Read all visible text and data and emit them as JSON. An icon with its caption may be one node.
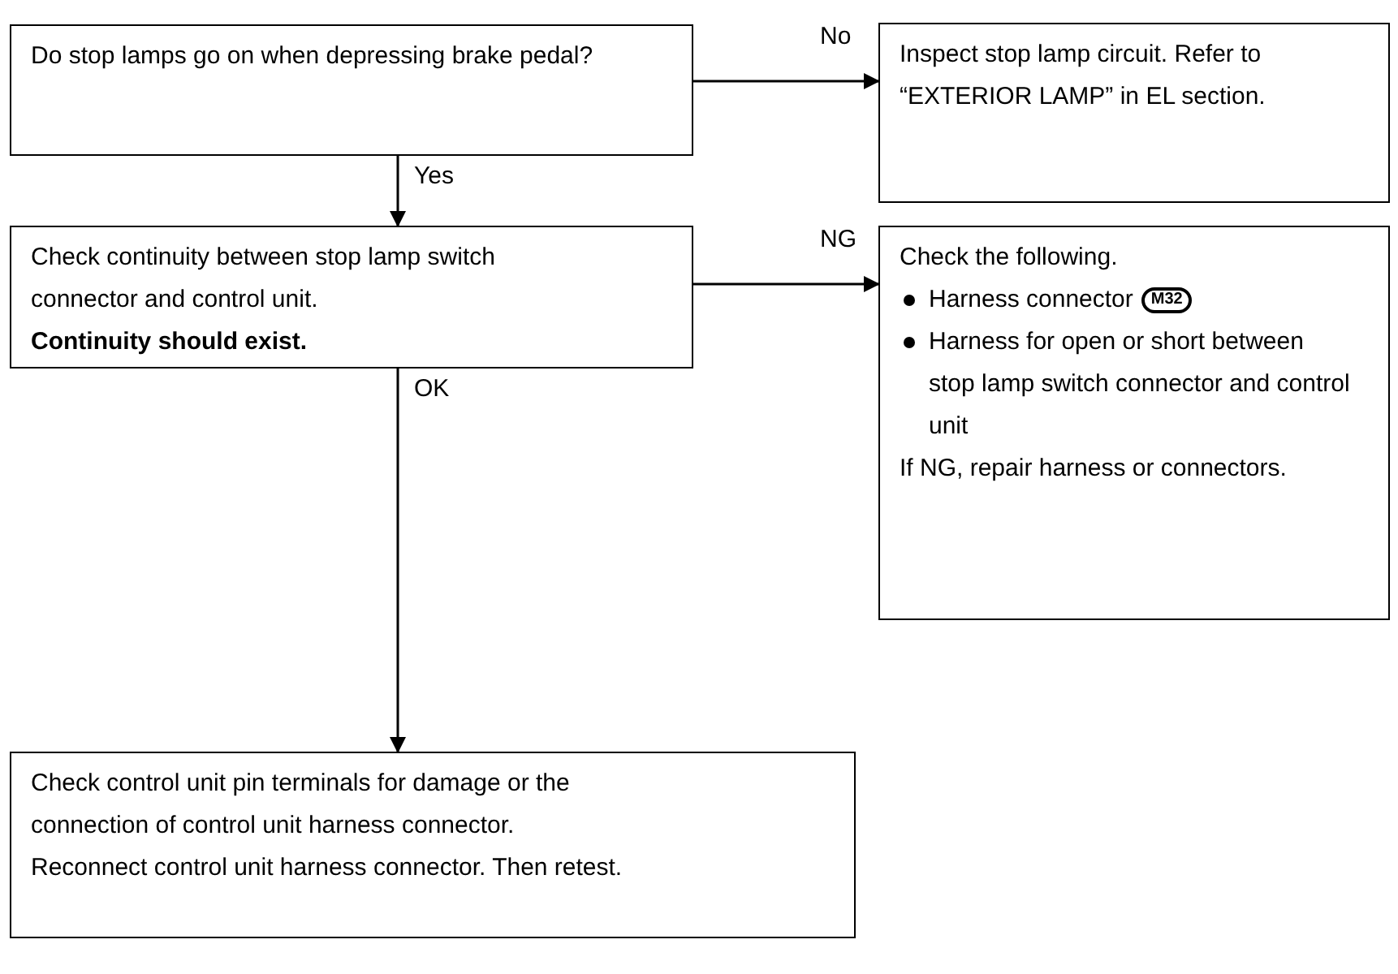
{
  "diagram": {
    "nodes": [
      {
        "text": [
          "Do stop lamps go on when depressing brake pedal?"
        ]
      },
      {
        "text": [
          "Inspect stop lamp circuit. Refer to “EXTERIOR LAMP” in EL section."
        ]
      },
      {
        "text": [
          "Check continuity between stop lamp switch connector and control unit.",
          "Continuity should exist."
        ]
      },
      {
        "text": [
          "Check the following.",
          "Harness connector",
          "M32",
          "Harness for open or short between stop lamp switch connector and control unit",
          "If NG, repair harness or connectors."
        ]
      },
      {
        "text": [
          "Check control unit pin terminals for damage or the connection of control unit harness connector.",
          "Reconnect control unit harness connector. Then retest."
        ]
      }
    ],
    "edges": [
      {
        "from": 0,
        "to": 1,
        "arrow": "to",
        "label": "No"
      },
      {
        "from": 0,
        "to": 2,
        "arrow": "to",
        "label": "Yes"
      },
      {
        "from": 2,
        "to": 3,
        "arrow": "to",
        "label": "NG"
      },
      {
        "from": 2,
        "to": 4,
        "arrow": "to",
        "label": "OK"
      }
    ]
  }
}
